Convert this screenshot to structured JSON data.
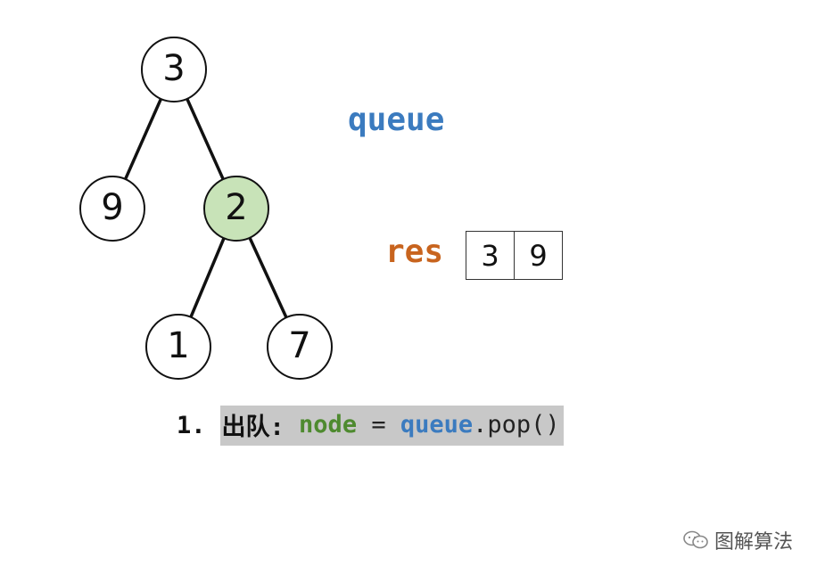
{
  "tree": {
    "nodes": [
      {
        "id": "n3",
        "label": "3",
        "highlight": false
      },
      {
        "id": "n9",
        "label": "9",
        "highlight": false
      },
      {
        "id": "n2",
        "label": "2",
        "highlight": true
      },
      {
        "id": "n1",
        "label": "1",
        "highlight": false
      },
      {
        "id": "n7",
        "label": "7",
        "highlight": false
      }
    ],
    "edges": [
      [
        "n3",
        "n9"
      ],
      [
        "n3",
        "n2"
      ],
      [
        "n2",
        "n1"
      ],
      [
        "n2",
        "n7"
      ]
    ],
    "highlight_color": "#c8e3b8"
  },
  "queue": {
    "label": "queue",
    "items": [],
    "color": "#3b7bbf"
  },
  "res": {
    "label": "res",
    "items": [
      "3",
      "9"
    ],
    "color": "#c8641e"
  },
  "step": {
    "number": "1.",
    "label": "出队:",
    "var_node": "node",
    "equals": " = ",
    "var_queue": "queue",
    "call": ".pop()"
  },
  "watermark": {
    "icon": "wechat-icon",
    "text": "图解算法"
  }
}
